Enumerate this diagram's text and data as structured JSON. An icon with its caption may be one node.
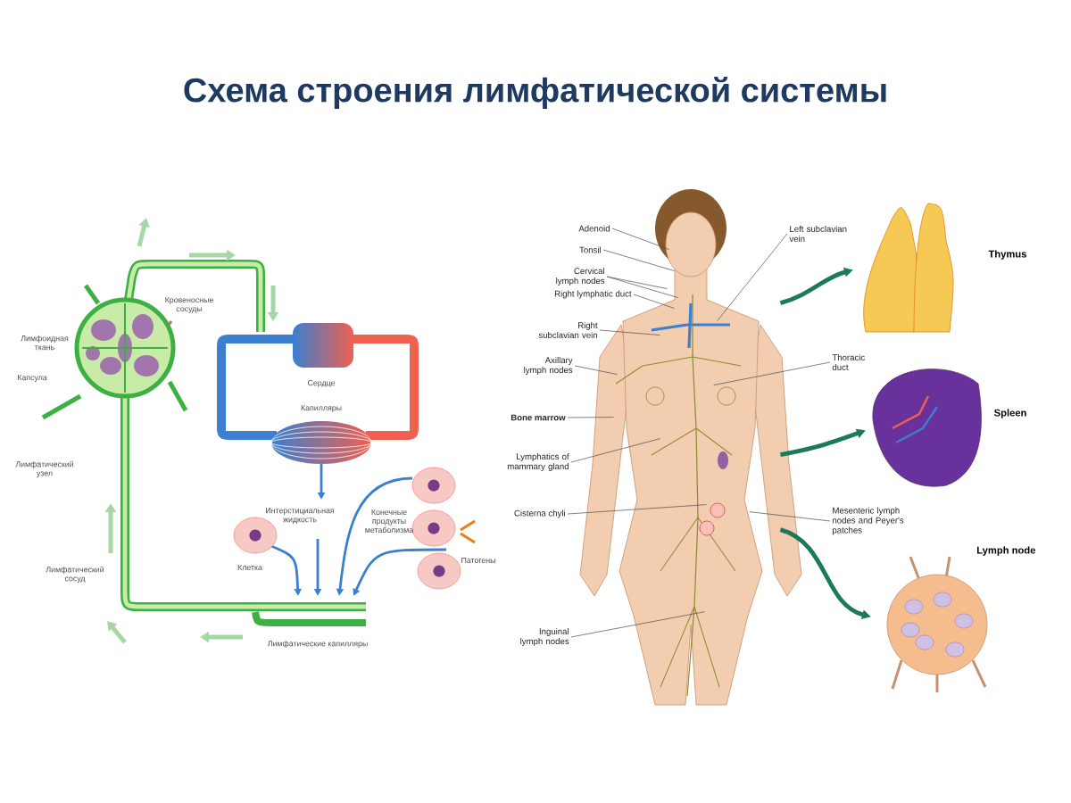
{
  "diagram": {
    "title": "Схема строения лимфатической системы",
    "nodes": [
      {
        "text": [],
        "shape": "picture"
      },
      {
        "text": [
          "Thymus"
        ]
      },
      {
        "text": [
          "Spleen"
        ]
      },
      {
        "text": [
          "Lymph node"
        ]
      },
      {
        "text": [
          "Adenoid"
        ]
      },
      {
        "text": [
          "Tonsil"
        ]
      },
      {
        "text": [
          "Cervical lymph nodes"
        ]
      },
      {
        "text": [
          "Right lymphatic duct"
        ]
      },
      {
        "text": [
          "Right subclavian vein"
        ]
      },
      {
        "text": [
          "Axillary lymph nodes"
        ]
      },
      {
        "text": [
          "Bone marrow"
        ]
      },
      {
        "text": [
          "Lymphatics of mammary gland"
        ]
      },
      {
        "text": [
          "Cisterna chyli"
        ]
      },
      {
        "text": [
          "Inguinal lymph nodes"
        ]
      },
      {
        "text": [
          "Left subclavian vein"
        ]
      },
      {
        "text": [
          "Thoracic duct"
        ]
      },
      {
        "text": [
          "Mesenteric lymph nodes and Peyer's patches"
        ]
      }
    ],
    "edges": [
      {
        "from": 0,
        "to": 1,
        "arrow": "to",
        "style": "thick",
        "color": "#1a7a5a"
      },
      {
        "from": 0,
        "to": 2,
        "arrow": "to",
        "style": "thick",
        "color": "#1a7a5a"
      },
      {
        "from": 0,
        "to": 3,
        "arrow": "to",
        "style": "thick",
        "color": "#1a7a5a"
      },
      {
        "from": 4,
        "to": 0,
        "arrow": "none"
      },
      {
        "from": 5,
        "to": 0,
        "arrow": "none"
      },
      {
        "from": 6,
        "to": 0,
        "arrow": "none"
      },
      {
        "from": 6,
        "to": 0,
        "arrow": "none"
      },
      {
        "from": 7,
        "to": 0,
        "arrow": "none"
      },
      {
        "from": 8,
        "to": 0,
        "arrow": "none"
      },
      {
        "from": 9,
        "to": 0,
        "arrow": "none"
      },
      {
        "from": 10,
        "to": 0,
        "arrow": "none"
      },
      {
        "from": 11,
        "to": 0,
        "arrow": "none"
      },
      {
        "from": 12,
        "to": 0,
        "arrow": "none"
      },
      {
        "from": 13,
        "to": 0,
        "arrow": "none"
      },
      {
        "from": 14,
        "to": 0,
        "arrow": "none"
      },
      {
        "from": 15,
        "to": 0,
        "arrow": "none"
      },
      {
        "from": 16,
        "to": 0,
        "arrow": "none"
      }
    ],
    "labels": [
      "Лимфоидная ткань",
      "Капсула",
      "Лимфатический узел",
      "Лимфатический сосуд",
      "Кровеносные сосуды",
      "Сердце",
      "Капилляры",
      "Интерстициальная жидкость",
      "Конечные продукты метаболизма",
      "Клетка",
      "Патогены",
      "Лимфатические капилляры"
    ]
  }
}
